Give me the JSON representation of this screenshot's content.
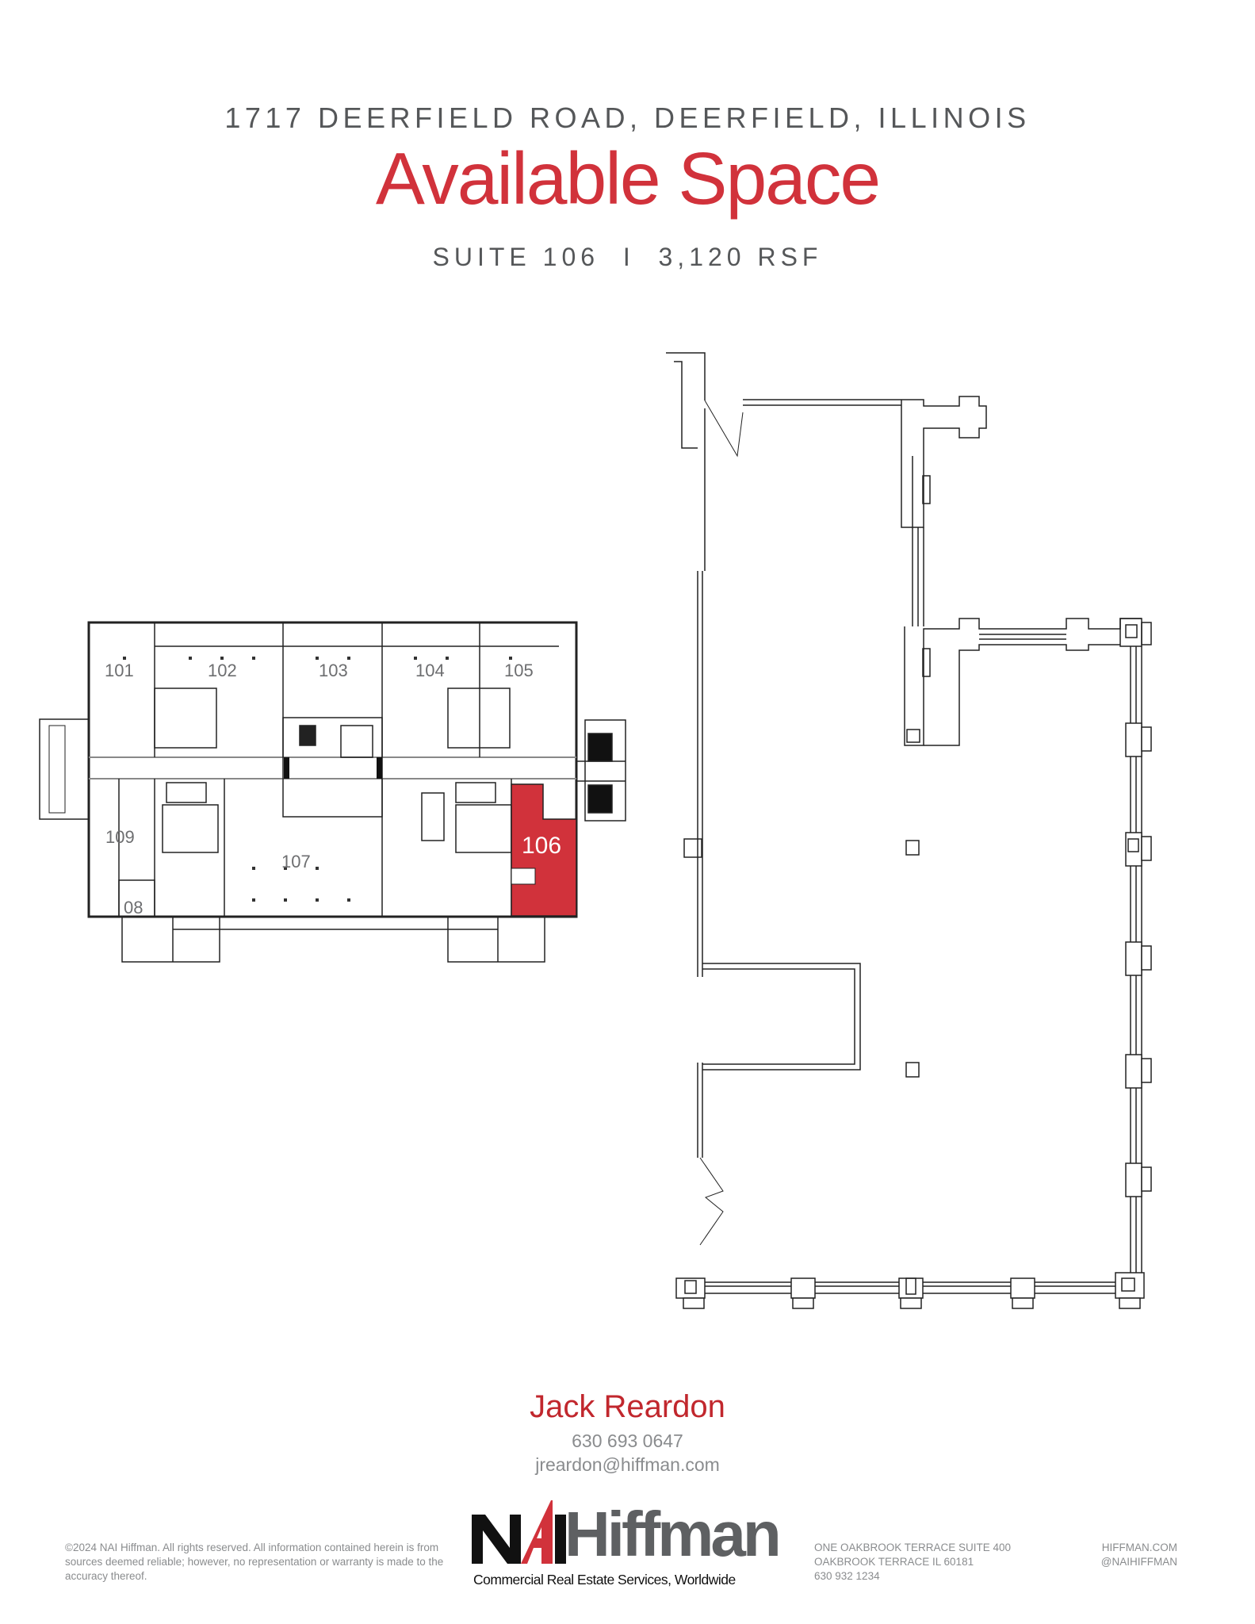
{
  "header": {
    "address": "1717 DEERFIELD ROAD, DEERFIELD, ILLINOIS",
    "title": "Available Space",
    "suite_line": "SUITE 106  I  3,120 RSF"
  },
  "key_plan": {
    "suites": [
      {
        "label": "101"
      },
      {
        "label": "102"
      },
      {
        "label": "103"
      },
      {
        "label": "104"
      },
      {
        "label": "105"
      },
      {
        "label": "106",
        "highlighted": true
      },
      {
        "label": "107"
      },
      {
        "label": "08"
      },
      {
        "label": "109"
      }
    ],
    "highlight_color": "#d1323b"
  },
  "detail_plan": {
    "suite": "106"
  },
  "contact": {
    "name": "Jack Reardon",
    "phone": "630 693 0647",
    "email": "jreardon@hiffman.com"
  },
  "footer": {
    "disclaimer": "©2024 NAI Hiffman. All rights reserved. All information contained herein is from sources deemed reliable; however, no representation or warranty is made to the accuracy thereof.",
    "logo": {
      "nai": "NAI",
      "hiffman": "Hiffman",
      "tagline": "Commercial Real Estate Services, Worldwide"
    },
    "office_address": [
      "ONE OAKBROOK TERRACE SUITE 400",
      "OAKBROOK TERRACE IL 60181",
      "630 932 1234"
    ],
    "web": [
      "HIFFMAN.COM",
      "@NAIHIFFMAN"
    ]
  },
  "colors": {
    "brand_red": "#d1323b",
    "text_gray": "#555759",
    "light_gray": "#8a8c8e"
  }
}
